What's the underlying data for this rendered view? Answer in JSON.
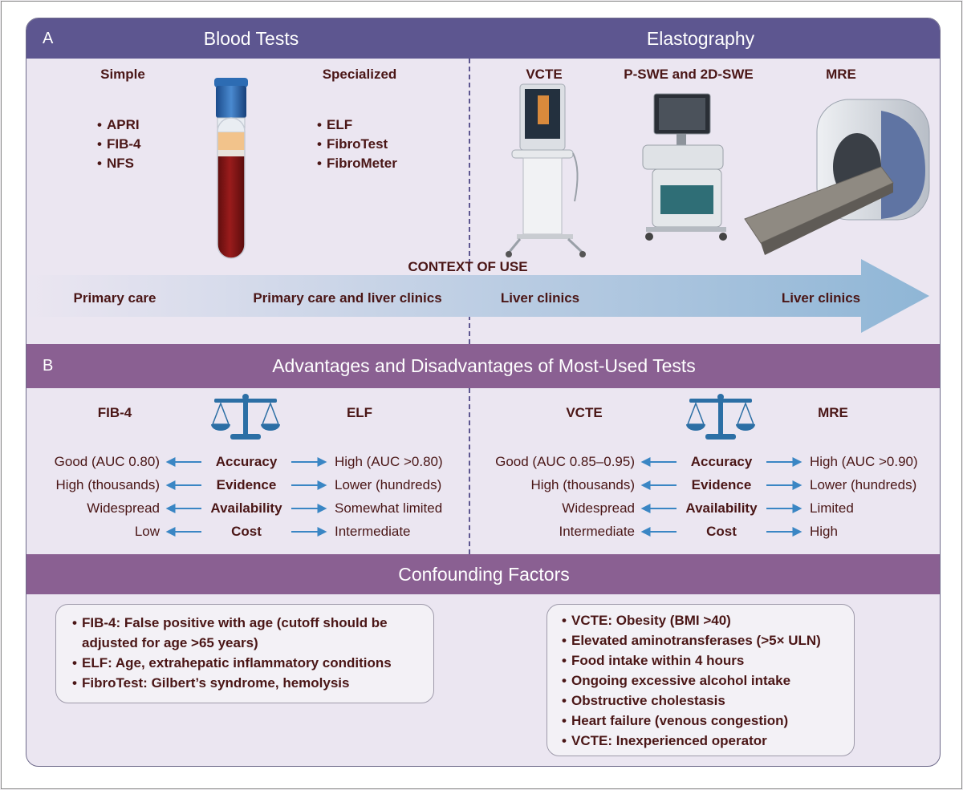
{
  "panel_a": {
    "letter": "A",
    "blood_tests": {
      "heading": "Blood Tests",
      "simple": {
        "label": "Simple",
        "items": [
          "APRI",
          "FIB-4",
          "NFS"
        ]
      },
      "specialized": {
        "label": "Specialized",
        "items": [
          "ELF",
          "FibroTest",
          "FibroMeter"
        ]
      }
    },
    "elastography": {
      "heading": "Elastography",
      "devices": [
        "VCTE",
        "P-SWE and 2D-SWE",
        "MRE"
      ]
    },
    "context": {
      "label": "CONTEXT OF USE",
      "settings": [
        "Primary care",
        "Primary care and liver clinics",
        "Liver clinics",
        "Liver clinics"
      ]
    }
  },
  "panel_b": {
    "letter": "B",
    "heading": "Advantages and Disadvantages of Most-Used Tests",
    "criteria": [
      "Accuracy",
      "Evidence",
      "Availability",
      "Cost"
    ],
    "left": {
      "test_a": "FIB-4",
      "test_b": "ELF",
      "a_values": [
        "Good (AUC 0.80)",
        "High (thousands)",
        "Widespread",
        "Low"
      ],
      "b_values": [
        "High (AUC >0.80)",
        "Lower (hundreds)",
        "Somewhat limited",
        "Intermediate"
      ]
    },
    "right": {
      "test_a": "VCTE",
      "test_b": "MRE",
      "a_values": [
        "Good (AUC 0.85–0.95)",
        "High (thousands)",
        "Widespread",
        "Intermediate"
      ],
      "b_values": [
        "High (AUC >0.90)",
        "Lower (hundreds)",
        "Limited",
        "High"
      ]
    }
  },
  "panel_c": {
    "heading": "Confounding Factors",
    "left_items": [
      "FIB-4: False positive with age (cutoff should be adjusted for age >65 years)",
      "ELF: Age, extrahepatic inflammatory conditions",
      "FibroTest: Gilbert’s syndrome, hemolysis"
    ],
    "right_items": [
      "VCTE: Obesity (BMI >40)",
      "Elevated aminotransferases (>5× ULN)",
      "Food intake within 4 hours",
      "Ongoing excessive alcohol intake",
      "Obstructive cholestasis",
      "Heart failure (venous congestion)",
      "VCTE: Inexperienced operator"
    ]
  },
  "colors": {
    "header_a": "#5d5690",
    "header_bc": "#8a6092",
    "panel_bg": "#ebe6f1",
    "text_dark": "#4a1616",
    "arrow_blue": "#3a86c4"
  }
}
